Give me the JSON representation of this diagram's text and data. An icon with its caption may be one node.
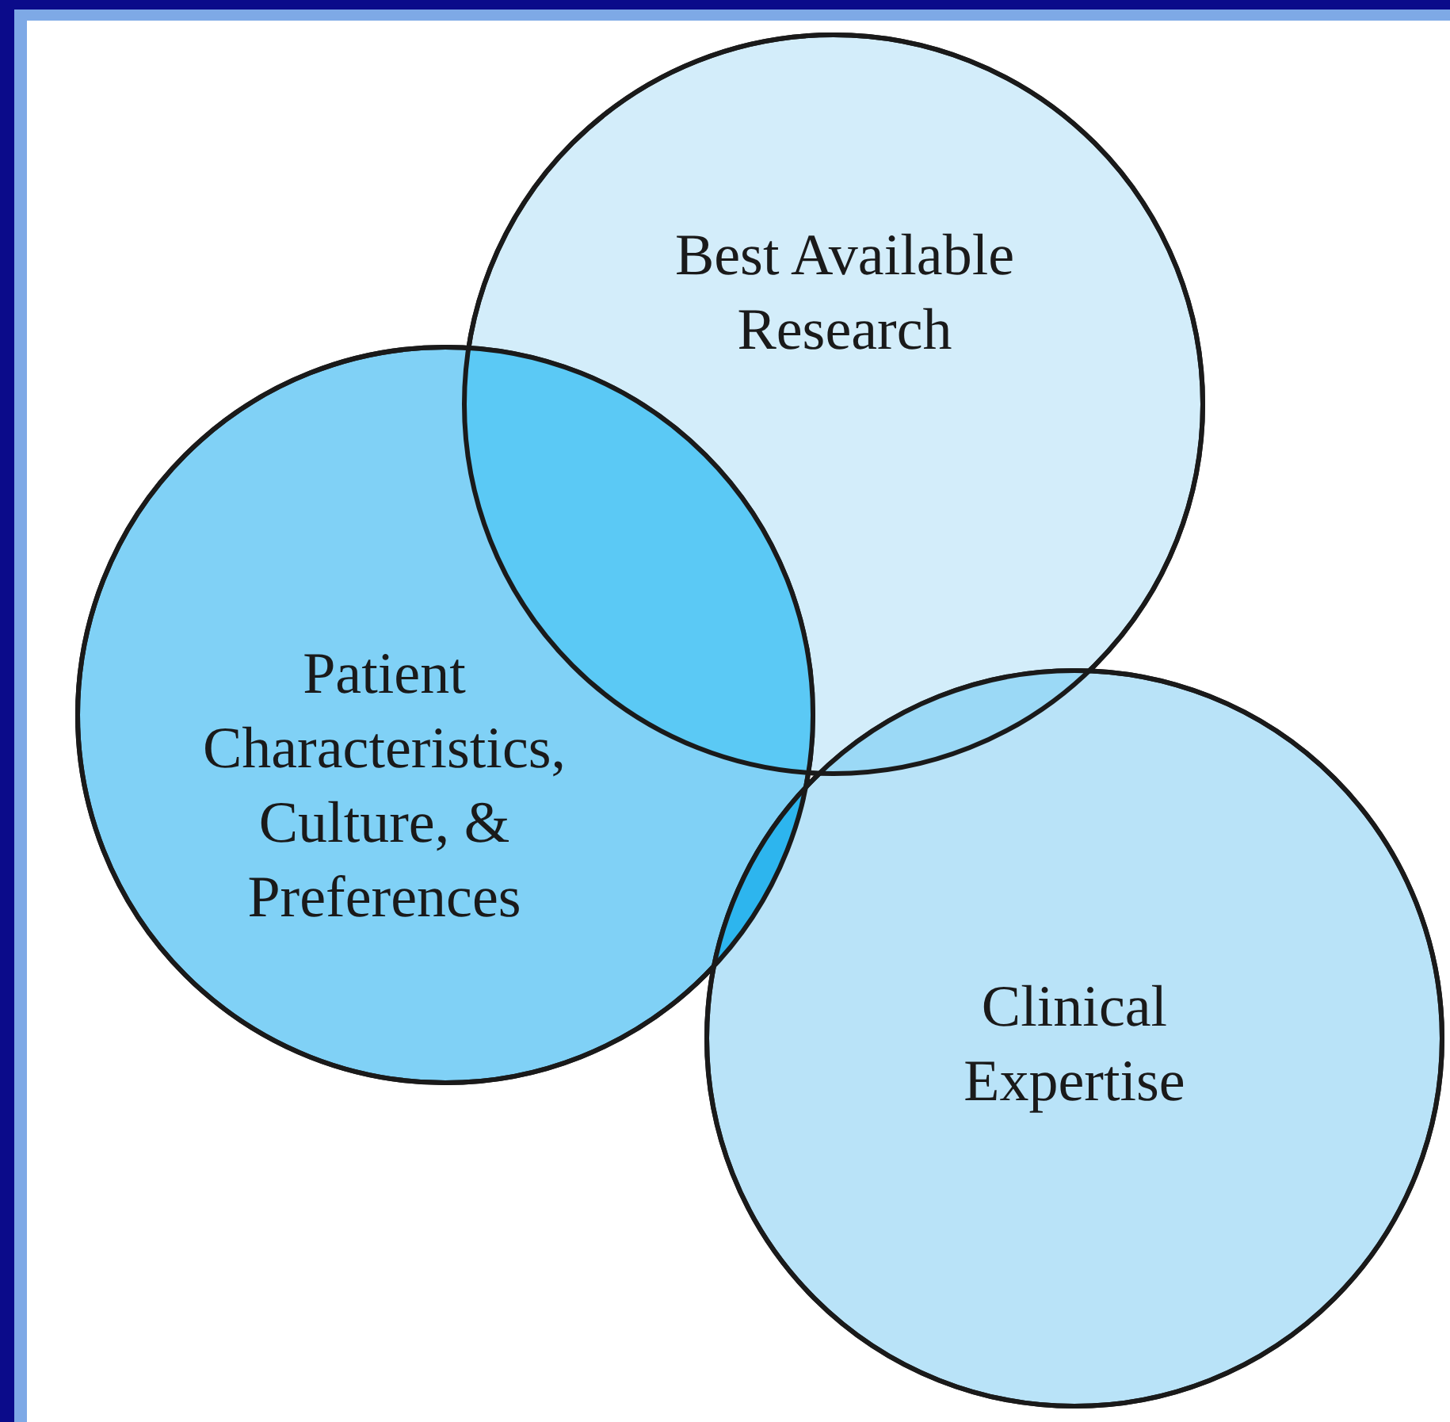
{
  "diagram": {
    "nodes": [
      {
        "text": [
          "Best Available Research"
        ]
      },
      {
        "text": [
          "Patient Characteristics, Culture, & Preferences"
        ]
      },
      {
        "text": [
          "Clinical Expertise"
        ]
      }
    ]
  }
}
